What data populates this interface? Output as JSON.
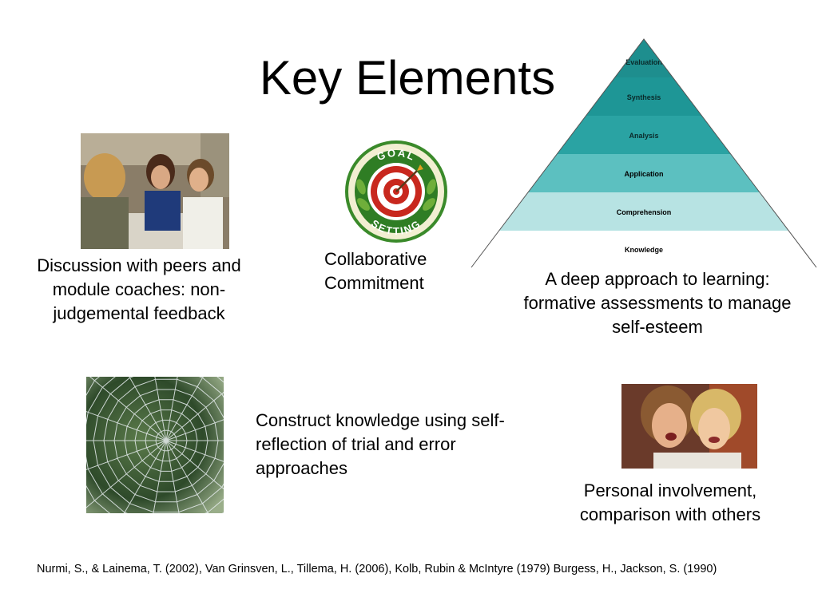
{
  "slide": {
    "title": "Key Elements",
    "captions": {
      "discussion": "Discussion with peers and module coaches: non-judgemental feedback",
      "collaborative": "Collaborative Commitment",
      "deep_approach": "A deep approach to learning: formative assessments to manage self-esteem",
      "construct": "Construct knowledge using self-reflection of trial and error approaches",
      "personal": "Personal involvement, comparison with others"
    },
    "reference": "Nurmi, S., & Lainema, T. (2002), Van Grinsven, L., Tillema, H. (2006), Kolb, Rubin & McIntyre (1979) Burgess, H., Jackson, S. (1990)"
  },
  "goal_badge": {
    "top_text": "GOAL",
    "bottom_text": "SETTING"
  },
  "pyramid": {
    "levels": [
      "Evaluation",
      "Synthesis",
      "Analysis",
      "Application",
      "Comprehension",
      "Knowledge"
    ],
    "colors": [
      "#1e8e8e",
      "#1e9696",
      "#2aa3a3",
      "#5cc0c0",
      "#b7e3e3",
      "#ffffff"
    ]
  }
}
